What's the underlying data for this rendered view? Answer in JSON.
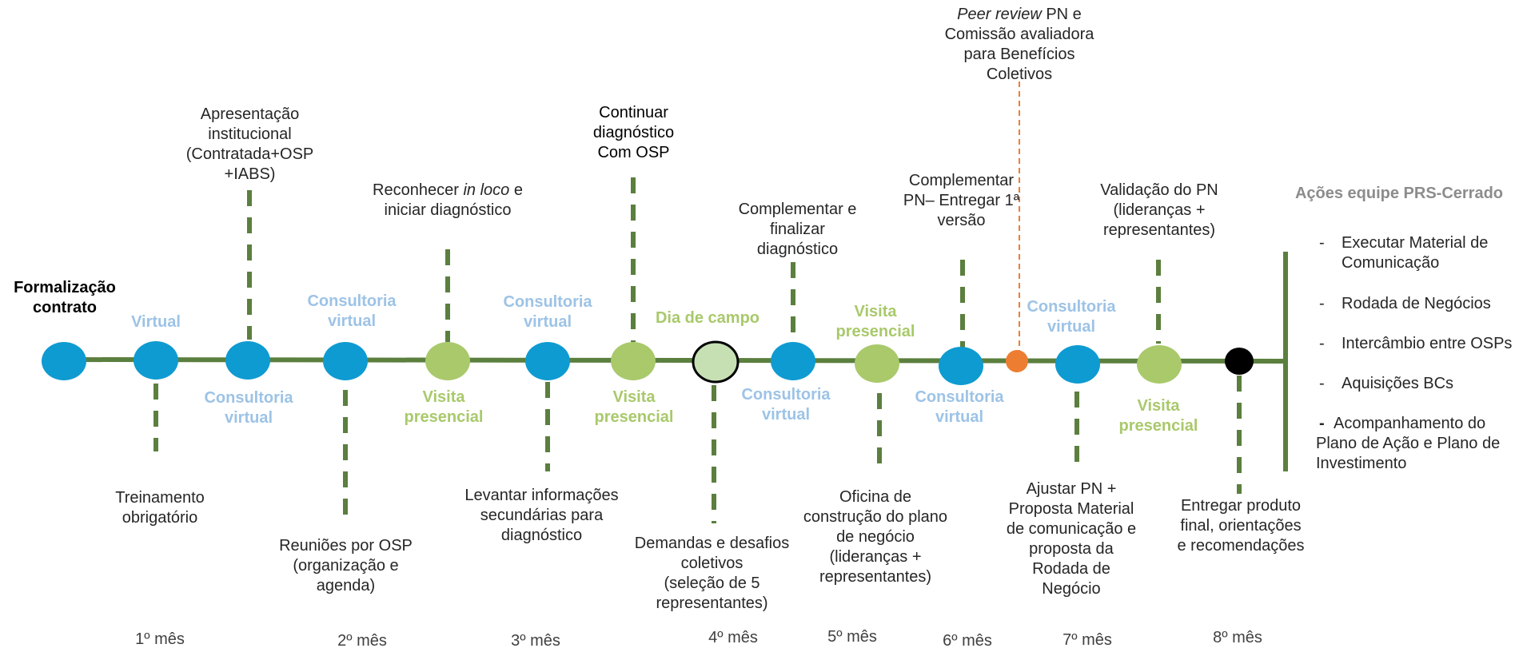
{
  "colors": {
    "line": "#5B7F3E",
    "blue": "#0E9BD1",
    "green": "#A9C96B",
    "light_green": "#C6E0B4",
    "orange": "#ED7D31",
    "black": "#000000",
    "blue_text": "#9DC3E6",
    "green_text": "#A9C96B"
  },
  "nodes": [
    {
      "type": "blue"
    },
    {
      "type": "blue"
    },
    {
      "type": "blue"
    },
    {
      "type": "blue"
    },
    {
      "type": "green"
    },
    {
      "type": "blue"
    },
    {
      "type": "green"
    },
    {
      "type": "light-green-outlined"
    },
    {
      "type": "blue"
    },
    {
      "type": "green"
    },
    {
      "type": "blue"
    },
    {
      "type": "orange"
    },
    {
      "type": "blue"
    },
    {
      "type": "green"
    },
    {
      "type": "black"
    }
  ],
  "labels": {
    "formalizacao": "Formalização\ncontrato",
    "virtual": "Virtual",
    "consultoria_virtual": "Consultoria\nvirtual",
    "visita_presencial": "Visita\npresencial",
    "dia_de_campo": "Dia de campo"
  },
  "activities_top": {
    "apresentacao": "Apresentação\ninstitucional\n(Contratada+OSP\n+IABS)",
    "reconhecer_1": "Reconhecer ",
    "reconhecer_italic": "in loco",
    "reconhecer_2": " e\niniciar diagnóstico",
    "continuar": "Continuar\ndiagnóstico\nCom OSP",
    "complementar_finalizar": "Complementar  e\nfinalizar\ndiagnóstico",
    "complementar_pn": "Complementar\nPN– Entregar 1ª\nversão",
    "peer_review_italic": "Peer review",
    "peer_review_rest": " PN e\nComissão avaliadora\npara Benefícios\nColetivos",
    "validacao": "Validação do PN\n(lideranças +\nrepresentantes)"
  },
  "activities_bottom": {
    "treinamento": "Treinamento\nobrigatório",
    "reunioes": "Reuniões por OSP\n(organização e\nagenda)",
    "levantar": "Levantar informações\nsecundárias para\ndiagnóstico",
    "demandas": "Demandas e desafios\ncoletivos\n(seleção de 5\nrepresentantes)",
    "oficina": "Oficina de\nconstrução do plano\nde negócio\n(lideranças +\nrepresentantes)",
    "ajustar": "Ajustar PN +\nProposta Material\nde comunicação e\nproposta da\nRodada de\nNegócio",
    "entregar": "Entregar produto\nfinal, orientações\ne recomendações"
  },
  "months": [
    "1º mês",
    "2º mês",
    "3º mês",
    "4º mês",
    "5º mês",
    "6º mês",
    "7º mês",
    "8º mês"
  ],
  "side_panel": {
    "title": "Ações equipe PRS-Cerrado",
    "items": [
      "Executar Material de\nComunicação",
      "Rodada de Negócios",
      "Intercâmbio entre OSPs",
      "Aquisições BCs",
      "Acompanhamento do\nPlano de Ação e Plano de\nInvestimento"
    ],
    "bullet": "-"
  }
}
